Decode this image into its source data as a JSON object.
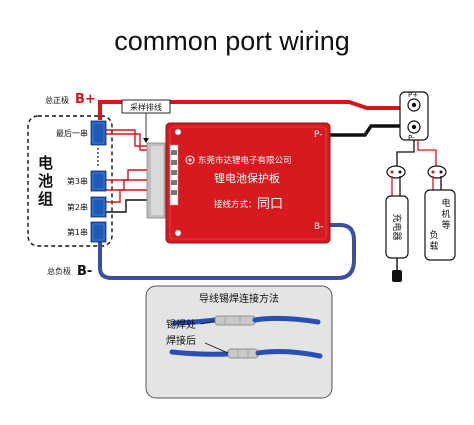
{
  "title": "common port wiring",
  "battery_pack": {
    "label_chars": [
      "电",
      "池",
      "组"
    ],
    "total_pos_label": "总正极",
    "total_pos_symbol": "B+",
    "total_neg_label": "总负极",
    "total_neg_symbol": "B-",
    "cells": [
      "最后一串",
      "第3串",
      "第2串",
      "第1串"
    ]
  },
  "sampling_label": "采样排线",
  "board": {
    "company": "东莞市达锂电子有限公司",
    "name": "锂电池保护板",
    "wiring_prefix": "接线方式：",
    "wiring_mode": "同口",
    "pin_p_minus": "P-",
    "pin_b_minus": "B-"
  },
  "port": {
    "p_plus": "P+",
    "p_minus": "P-"
  },
  "charger_label": "充电器",
  "motor_label_chars": [
    "电",
    "机",
    "等",
    "负",
    "载"
  ],
  "inset": {
    "title": "导线锡焊连接方法",
    "solder_point": "锡焊处",
    "after_weld": "焊接后"
  },
  "colors": {
    "board": "#d71a20",
    "positive_wire": "#d8141b",
    "negative_wire": "#3a4fa0",
    "cell": "#1e5bb8",
    "inset_bg": "#e4e4e4"
  }
}
